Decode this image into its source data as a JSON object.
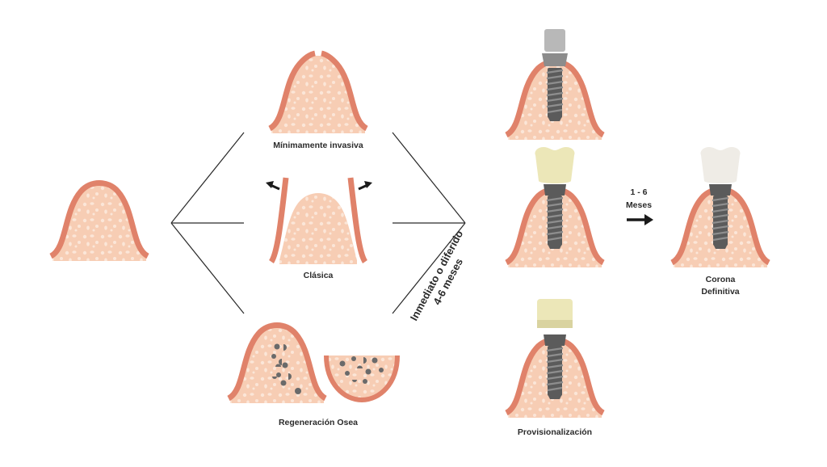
{
  "colors": {
    "gum": "#e0826a",
    "bone": "#f7cdb4",
    "bone_dots": "#fbe6d8",
    "connector": "#2a2a2a",
    "implant": "#5b5b5b",
    "abutment": "#8c8c8c",
    "cap": "#b8b8b8",
    "crown_provisional": "#ece7b8",
    "crown_definitive": "#efece6",
    "graft": "#6a6a6a"
  },
  "labels": {
    "minimally_invasive": "Mínimamente invasiva",
    "classic": "Clásica",
    "bone_regeneration": "Regeneración Osea",
    "timing_line1": "Inmediato o diferido",
    "timing_line2": "4-6 meses",
    "interval_line1": "1 - 6",
    "interval_line2": "Meses",
    "provisionalization": "Provisionalización",
    "final_crown_line1": "Corona",
    "final_crown_line2": "Definitiva"
  }
}
